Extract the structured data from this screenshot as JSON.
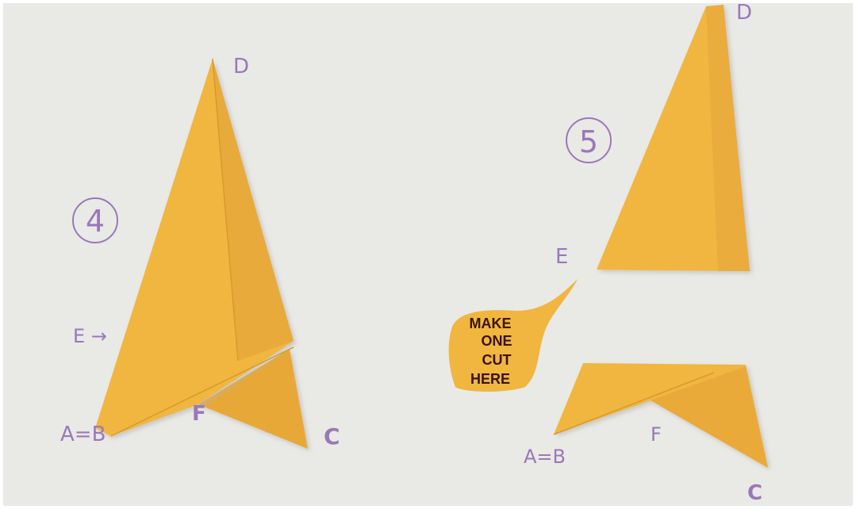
{
  "colors": {
    "background": "#e9e9e6",
    "paper": "#f0b640",
    "paper_dark": "#d89a2a",
    "label": "#9a78b8",
    "bubble_text": "#3a1408"
  },
  "step4": {
    "number": "4",
    "labels": {
      "d": "D",
      "e": "E →",
      "a": "A=B",
      "f": "F",
      "c": "C"
    }
  },
  "step5": {
    "number": "5",
    "labels": {
      "d": "D",
      "e": "E",
      "a": "A=B",
      "f": "F",
      "c": "C"
    },
    "callout": [
      "MAKE",
      "ONE",
      "CUT",
      "HERE"
    ]
  }
}
